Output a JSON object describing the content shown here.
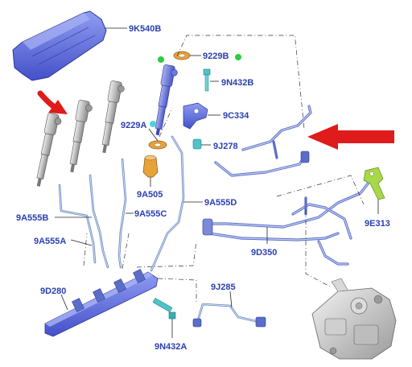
{
  "labels": {
    "cover": "9K540B",
    "washer_top": "9229B",
    "bolt_top": "9N432B",
    "clamp": "9C334",
    "washer_mid": "9229A",
    "nut": "9J278",
    "seal": "9A505",
    "pipe_d": "9A555D",
    "pipe_b": "9A555B",
    "pipe_c": "9A555C",
    "pipe_a": "9A555A",
    "bracket": "9E313",
    "return_pipe": "9D350",
    "fuel_rail": "9D280",
    "fitting": "9J285",
    "bolt_bottom": "9N432A"
  },
  "colors": {
    "part_blue": "#5a6ec8",
    "part_light": "#c9d2f4",
    "label_blue": "#2a3fb0",
    "arrow_red": "#e01b1b",
    "marker_green": "#2ecc40",
    "marker_cyan": "#4dd0e1",
    "bracket_green": "#a8d84a",
    "washer_orange": "#e7a23a"
  }
}
